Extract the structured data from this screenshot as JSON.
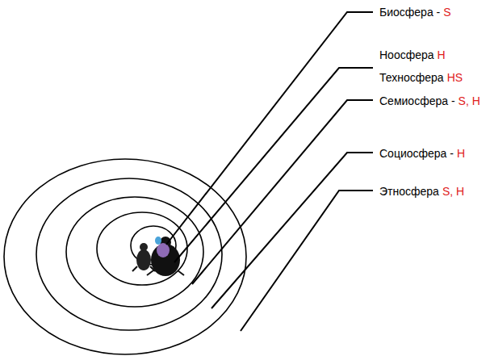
{
  "diagram": {
    "labels": [
      "Биосфера -",
      "S",
      "Ноосфера",
      "H",
      "Техносфера",
      "HS",
      "Семиосфера -",
      "S, H",
      "Социосфера -",
      "H",
      "Этносфера",
      "S, H"
    ]
  }
}
